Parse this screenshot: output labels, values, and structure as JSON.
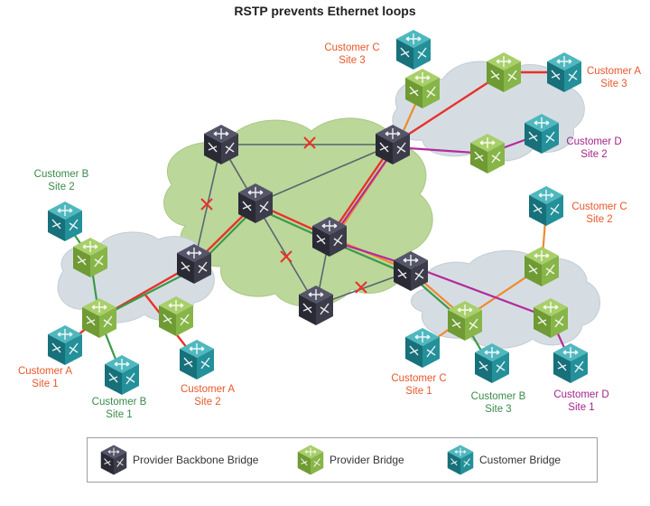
{
  "title": "RSTP prevents Ethernet loops",
  "colors": {
    "backbone": "#2f2f3a",
    "provider": "#7fae3e",
    "customer": "#1e8a90",
    "link_red": "#e8322a",
    "link_orange": "#f08a2a",
    "link_green": "#3a9a4a",
    "link_magenta": "#b52a9a",
    "link_gray": "#5a6470",
    "cloud_gray": "#d5dde3",
    "cloud_green": "#bcd79a"
  },
  "labels": {
    "cust_b_site2": [
      "Customer B",
      "Site 2"
    ],
    "cust_c_site3": [
      "Customer C",
      "Site 3"
    ],
    "cust_a_site3": [
      "Customer A",
      "Site 3"
    ],
    "cust_d_site2": [
      "Customer D",
      "Site 2"
    ],
    "cust_c_site2": [
      "Customer C",
      "Site 2"
    ],
    "cust_a_site1": [
      "Customer A",
      "Site 1"
    ],
    "cust_b_site1": [
      "Customer B",
      "Site 1"
    ],
    "cust_a_site2": [
      "Customer A",
      "Site 2"
    ],
    "cust_c_site1": [
      "Customer C",
      "Site 1"
    ],
    "cust_b_site3": [
      "Customer B",
      "Site 3"
    ],
    "cust_d_site1": [
      "Customer D",
      "Site 1"
    ]
  },
  "legend": {
    "backbone": "Provider Backbone Bridge",
    "provider": "Provider Bridge",
    "customer": "Customer Bridge"
  },
  "icons": {
    "backbone": "backbone-bridge-icon",
    "provider": "provider-bridge-icon",
    "customer": "customer-bridge-icon",
    "blocked": "blocked-link-x-icon"
  }
}
